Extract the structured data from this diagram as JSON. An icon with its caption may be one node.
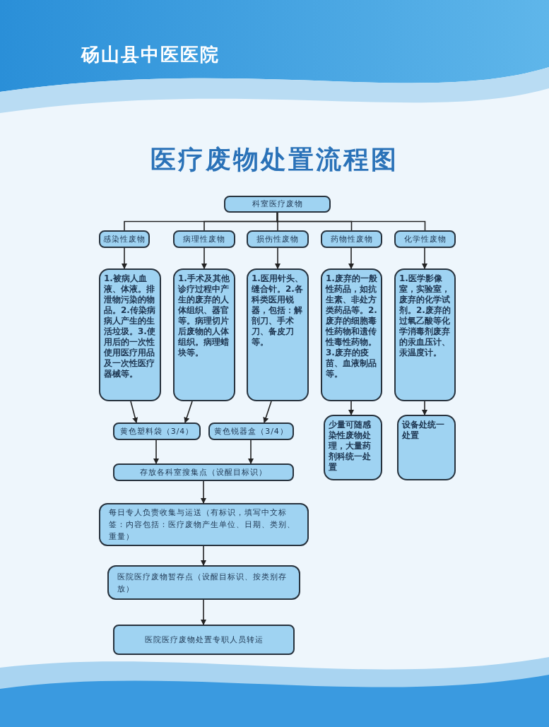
{
  "diagram": {
    "title": "医疗废物处置流程图",
    "nodes": [
      {
        "text": [
          "科室医疗废物"
        ]
      },
      {
        "text": [
          "感染性废物"
        ]
      },
      {
        "text": [
          "病理性废物"
        ]
      },
      {
        "text": [
          "损伤性废物"
        ]
      },
      {
        "text": [
          "药物性废物"
        ]
      },
      {
        "text": [
          "化学性废物"
        ]
      },
      {
        "text": [
          "1.被病人血液、体液。排泄物污染的物品。2.传染病病人产生的生活垃圾。3.使用后的一次性使用医疗用品及一次性医疗器械等。"
        ]
      },
      {
        "text": [
          "1.手术及其他诊疗过程中产生的废弃的人体组织、器官等。病理切片后废物的人体组织。病理蜡块等。"
        ]
      },
      {
        "text": [
          "1.医用针头、缝合针。2.各科类医用锐器，包括：解剖刀、手术刀、备皮刀等。"
        ]
      },
      {
        "text": [
          "1.废弃的一般性药品，如抗生素、非处方类药品等。2.废弃的细胞毒性药物和遗传性毒性药物。3.废弃的疫苗、血液制品等。"
        ]
      },
      {
        "text": [
          "1.医学影像室，实验室，废弃的化学试剂。2.废弃的过氧乙酸等化学消毒剂废弃的汞血压计、汞温度计。"
        ]
      },
      {
        "text": [
          "黄色塑料袋（3/4）"
        ]
      },
      {
        "text": [
          "黄色锐器盒（3/4）"
        ]
      },
      {
        "text": [
          "存放各科室搜集点（设醒目标识）"
        ]
      },
      {
        "text": [
          "少量可随感染性废物处理，大量药剂科统一处置"
        ]
      },
      {
        "text": [
          "设备处统一处置"
        ]
      },
      {
        "text": [
          "每日专人负责收集与运送（有标识，填写中文标签：内容包括：医疗废物产生单位、日期、类别、重量）"
        ]
      },
      {
        "text": [
          "医院医疗废物暂存点（设醒目标识、按类别存放）"
        ]
      },
      {
        "text": [
          "医院医疗废物处置专职人员转运"
        ]
      }
    ],
    "edges": [
      {
        "from": 0,
        "to": 1,
        "arrow": "none"
      },
      {
        "from": 0,
        "to": 2,
        "arrow": "none"
      },
      {
        "from": 0,
        "to": 3,
        "arrow": "none"
      },
      {
        "from": 0,
        "to": 4,
        "arrow": "none"
      },
      {
        "from": 0,
        "to": 5,
        "arrow": "none"
      },
      {
        "from": 1,
        "to": 6,
        "arrow": "to"
      },
      {
        "from": 2,
        "to": 7,
        "arrow": "to"
      },
      {
        "from": 3,
        "to": 8,
        "arrow": "to"
      },
      {
        "from": 4,
        "to": 9,
        "arrow": "to"
      },
      {
        "from": 5,
        "to": 10,
        "arrow": "to"
      },
      {
        "from": 6,
        "to": 11,
        "arrow": "to"
      },
      {
        "from": 7,
        "to": 11,
        "arrow": "to"
      },
      {
        "from": 8,
        "to": 12,
        "arrow": "to"
      },
      {
        "from": 9,
        "to": 14,
        "arrow": "to"
      },
      {
        "from": 10,
        "to": 15,
        "arrow": "to"
      },
      {
        "from": 11,
        "to": 13,
        "arrow": "to"
      },
      {
        "from": 12,
        "to": 13,
        "arrow": "to"
      },
      {
        "from": 13,
        "to": 16,
        "arrow": "to"
      },
      {
        "from": 16,
        "to": 17,
        "arrow": "to"
      },
      {
        "from": 17,
        "to": 18,
        "arrow": "to"
      }
    ],
    "labels": [
      "砀山县中医医院"
    ]
  }
}
